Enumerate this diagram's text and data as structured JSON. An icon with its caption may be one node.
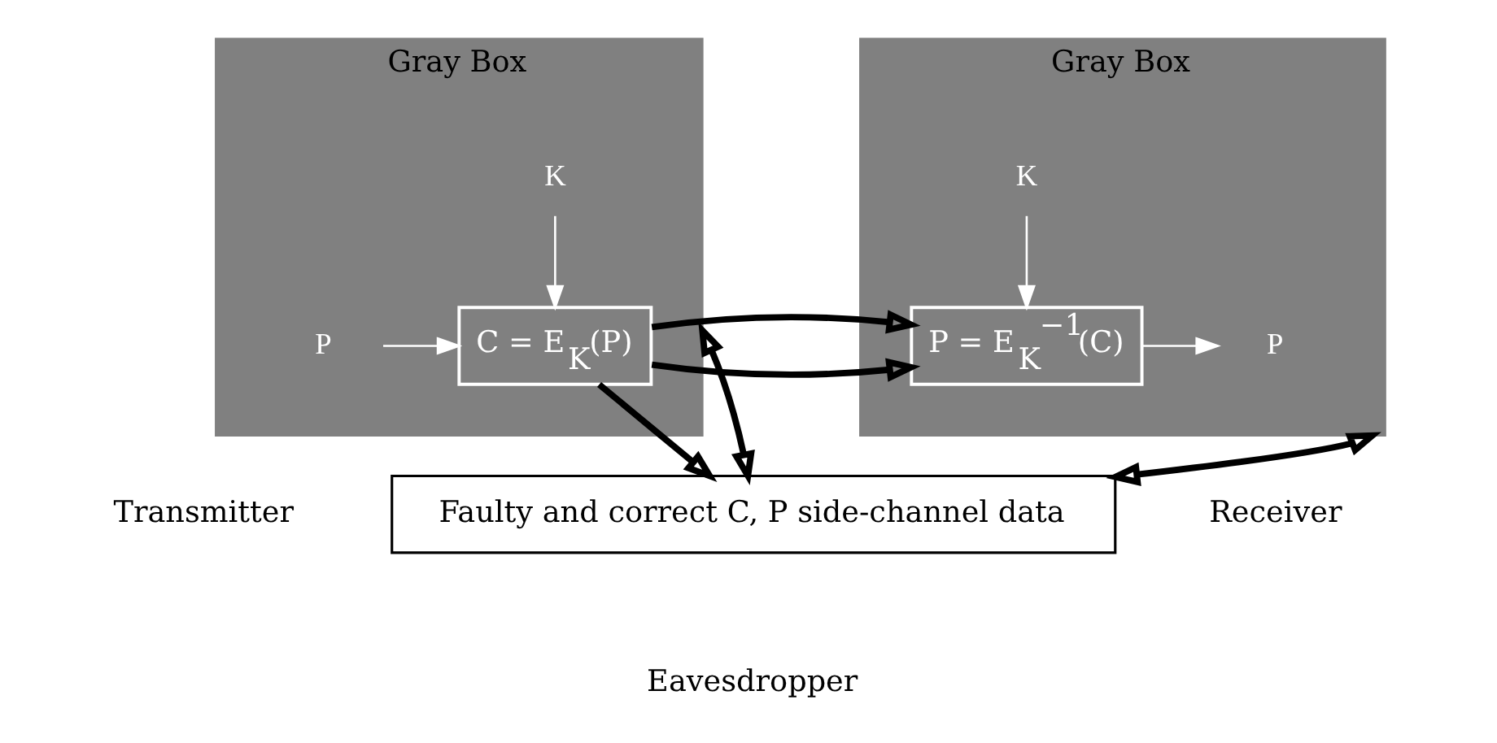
{
  "diagram": {
    "nodes": [
      {
        "text": [
          "Gray Box"
        ],
        "beside": [
          "Transmitter"
        ]
      },
      {
        "text": [
          "K"
        ],
        "in": 0
      },
      {
        "text": [
          "P"
        ],
        "in": 0
      },
      {
        "text": [
          "C = E$_{K}$(P)"
        ],
        "in": 0
      },
      {
        "text": [
          "Gray Box"
        ],
        "beside": [
          "Receiver"
        ]
      },
      {
        "text": [
          "K"
        ],
        "in": 4
      },
      {
        "text": [
          "P = E$_{K}$$^{−1}$(C)"
        ],
        "in": 4
      },
      {
        "text": [
          "P"
        ],
        "in": 4
      },
      {
        "text": [
          "Faulty and correct C, P side-channel data"
        ],
        "beside": [
          "Eavesdropper"
        ]
      }
    ],
    "edges": [
      {
        "from": 1,
        "to": 3,
        "arrow": "to"
      },
      {
        "from": 2,
        "to": 3,
        "arrow": "to"
      },
      {
        "from": 3,
        "to": 6,
        "arrow": "to",
        "style": "thick",
        "color": "#000000"
      },
      {
        "from": 6,
        "to": 7,
        "arrow": "to"
      },
      {
        "from": 5,
        "to": 6,
        "arrow": "to"
      },
      {
        "from": 3,
        "to": 8,
        "arrow": "to",
        "style": "thick",
        "color": "#000000"
      },
      {
        "from": 8,
        "to": 0,
        "arrow": "both",
        "style": "thick",
        "color": "#000000"
      },
      {
        "from": 8,
        "to": 4,
        "arrow": "both",
        "style": "thick",
        "color": "#000000"
      }
    ]
  }
}
